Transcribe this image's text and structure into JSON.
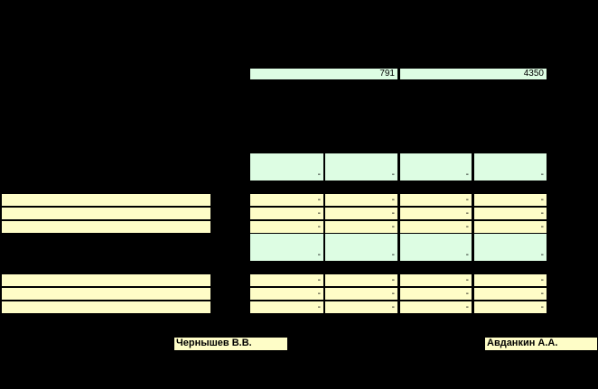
{
  "top_values": [
    "791",
    "4350"
  ],
  "block1": {
    "header_cells": [
      "-",
      "-",
      "-",
      "-"
    ],
    "rows": [
      {
        "label": "",
        "values": [
          "-",
          "-",
          "-",
          "-"
        ]
      },
      {
        "label": "",
        "values": [
          "-",
          "-",
          "-",
          "-"
        ]
      },
      {
        "label": "",
        "values": [
          "-",
          "-",
          "-",
          "-"
        ]
      }
    ]
  },
  "block2": {
    "header_cells": [
      "-",
      "-",
      "-",
      "-"
    ],
    "rows": [
      {
        "label": "",
        "values": [
          "-",
          "-",
          "-",
          "-"
        ]
      },
      {
        "label": "",
        "values": [
          "-",
          "-",
          "-",
          "-"
        ]
      },
      {
        "label": "",
        "values": [
          "-",
          "-",
          "-",
          "-"
        ]
      }
    ]
  },
  "signatures": {
    "left": "Чернышев В.В.",
    "right": "Авданкин А.А."
  },
  "colors": {
    "background": "#000000",
    "green_cell": "#ddfde3",
    "yellow_cell": "#fefdc7"
  }
}
